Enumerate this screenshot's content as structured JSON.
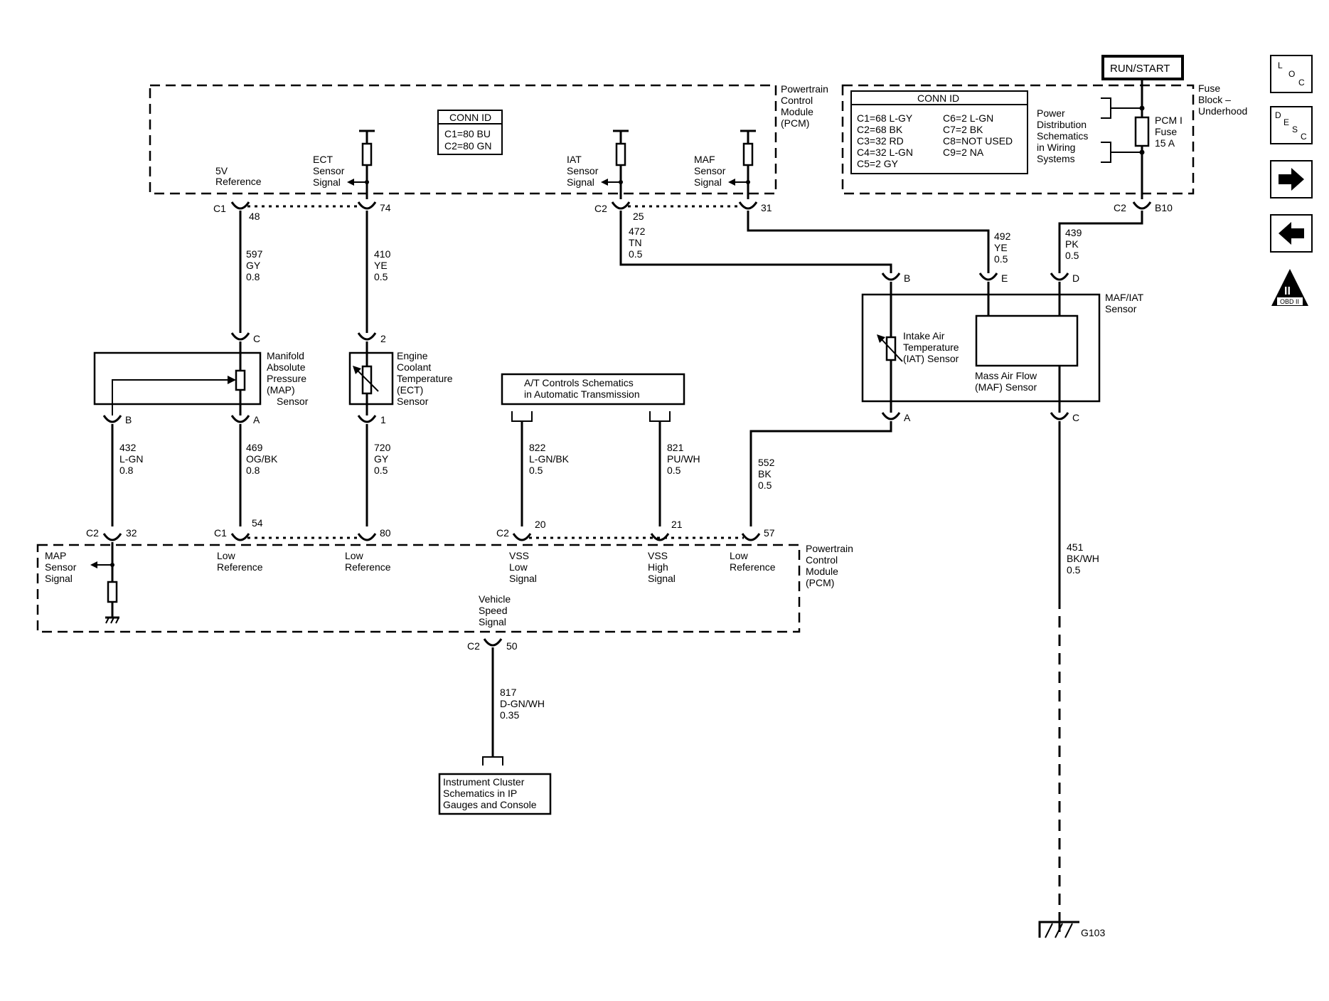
{
  "pcm_top": {
    "title": [
      "Powertrain",
      "Control",
      "Module",
      "(PCM)"
    ],
    "conn_id": {
      "header": "CONN ID",
      "lines": [
        "C1=80 BU",
        "C2=80 GN"
      ]
    },
    "sig_5v": [
      "5V",
      "Reference"
    ],
    "sig_ect": [
      "ECT",
      "Sensor",
      "Signal"
    ],
    "sig_iat": [
      "IAT",
      "Sensor",
      "Signal"
    ],
    "sig_maf": [
      "MAF",
      "Sensor",
      "Signal"
    ]
  },
  "fuse_block": {
    "run_start": "RUN/START",
    "title": [
      "Fuse",
      "Block –",
      "Underhood"
    ],
    "conn_id": {
      "header": "CONN ID",
      "left": [
        "C1=68 L-GY",
        "C2=68 BK",
        "C3=32 RD",
        "C4=32 L-GN",
        "C5=2 GY"
      ],
      "right": [
        "C6=2 L-GN",
        "C7=2 BK",
        "C8=NOT USED",
        "C9=2 NA"
      ]
    },
    "power_dist": [
      "Power",
      "Distribution",
      "Schematics",
      "in Wiring",
      "Systems"
    ],
    "fuse": [
      "PCM I",
      "Fuse",
      "15 A"
    ]
  },
  "connectors": {
    "c1_48": {
      "name": "C1",
      "pin": "48"
    },
    "c1_74": {
      "pin": "74"
    },
    "c2_25": {
      "name": "C2",
      "pin": "25"
    },
    "c2_31": {
      "pin": "31"
    },
    "c2_b10": {
      "name": "C2",
      "pin": "B10"
    },
    "c2_32": {
      "name": "C2",
      "pin": "32"
    },
    "c1_54": {
      "name": "C1",
      "pin": "54"
    },
    "c1_80": {
      "pin": "80"
    },
    "c2_20": {
      "name": "C2",
      "pin": "20"
    },
    "c2_21": {
      "pin": "21"
    },
    "c2_57": {
      "pin": "57"
    },
    "c2_50": {
      "name": "C2",
      "pin": "50"
    }
  },
  "wires": {
    "w597": [
      "597",
      "GY",
      "0.8"
    ],
    "w410": [
      "410",
      "YE",
      "0.5"
    ],
    "w472": [
      "472",
      "TN",
      "0.5"
    ],
    "w492": [
      "492",
      "YE",
      "0.5"
    ],
    "w439": [
      "439",
      "PK",
      "0.5"
    ],
    "w432": [
      "432",
      "L-GN",
      "0.8"
    ],
    "w469": [
      "469",
      "OG/BK",
      "0.8"
    ],
    "w720": [
      "720",
      "GY",
      "0.5"
    ],
    "w822": [
      "822",
      "L-GN/BK",
      "0.5"
    ],
    "w821": [
      "821",
      "PU/WH",
      "0.5"
    ],
    "w552": [
      "552",
      "BK",
      "0.5"
    ],
    "w451": [
      "451",
      "BK/WH",
      "0.5"
    ],
    "w817": [
      "817",
      "D-GN/WH",
      "0.35"
    ]
  },
  "map_sensor": {
    "label": [
      "Manifold",
      "Absolute",
      "Pressure",
      "(MAP)",
      "Sensor"
    ],
    "pin_c": "C",
    "pin_b": "B",
    "pin_a": "A"
  },
  "ect_sensor": {
    "label": [
      "Engine",
      "Coolant",
      "Temperature",
      "(ECT)",
      "Sensor"
    ],
    "pin_2": "2",
    "pin_1": "1"
  },
  "at_controls": [
    "A/T Controls Schematics",
    "in Automatic Transmission"
  ],
  "maf_iat": {
    "title": [
      "MAF/IAT",
      "Sensor"
    ],
    "iat": [
      "Intake Air",
      "Temperature",
      "(IAT) Sensor"
    ],
    "maf": [
      "Mass Air Flow",
      "(MAF) Sensor"
    ],
    "pins": {
      "b": "B",
      "e": "E",
      "d": "D",
      "a": "A",
      "c": "C"
    }
  },
  "pcm_bottom": {
    "title": [
      "Powertrain",
      "Control",
      "Module",
      "(PCM)"
    ],
    "map_signal": [
      "MAP",
      "Sensor",
      "Signal"
    ],
    "low_ref": [
      "Low",
      "Reference"
    ],
    "vss_low": [
      "VSS",
      "Low",
      "Signal"
    ],
    "vss_high": [
      "VSS",
      "High",
      "Signal"
    ],
    "vehicle_speed": [
      "Vehicle",
      "Speed",
      "Signal"
    ]
  },
  "instrument_cluster": [
    "Instrument Cluster",
    "Schematics in IP",
    "Gauges and Console"
  ],
  "ground": "G103",
  "nav": {
    "loc": {
      "a": "L",
      "b": "O",
      "c": "C"
    },
    "desc": {
      "a": "D",
      "b": "E",
      "c": "S",
      "d": "C"
    },
    "obd": {
      "mark": "II",
      "text": "OBD II"
    }
  }
}
